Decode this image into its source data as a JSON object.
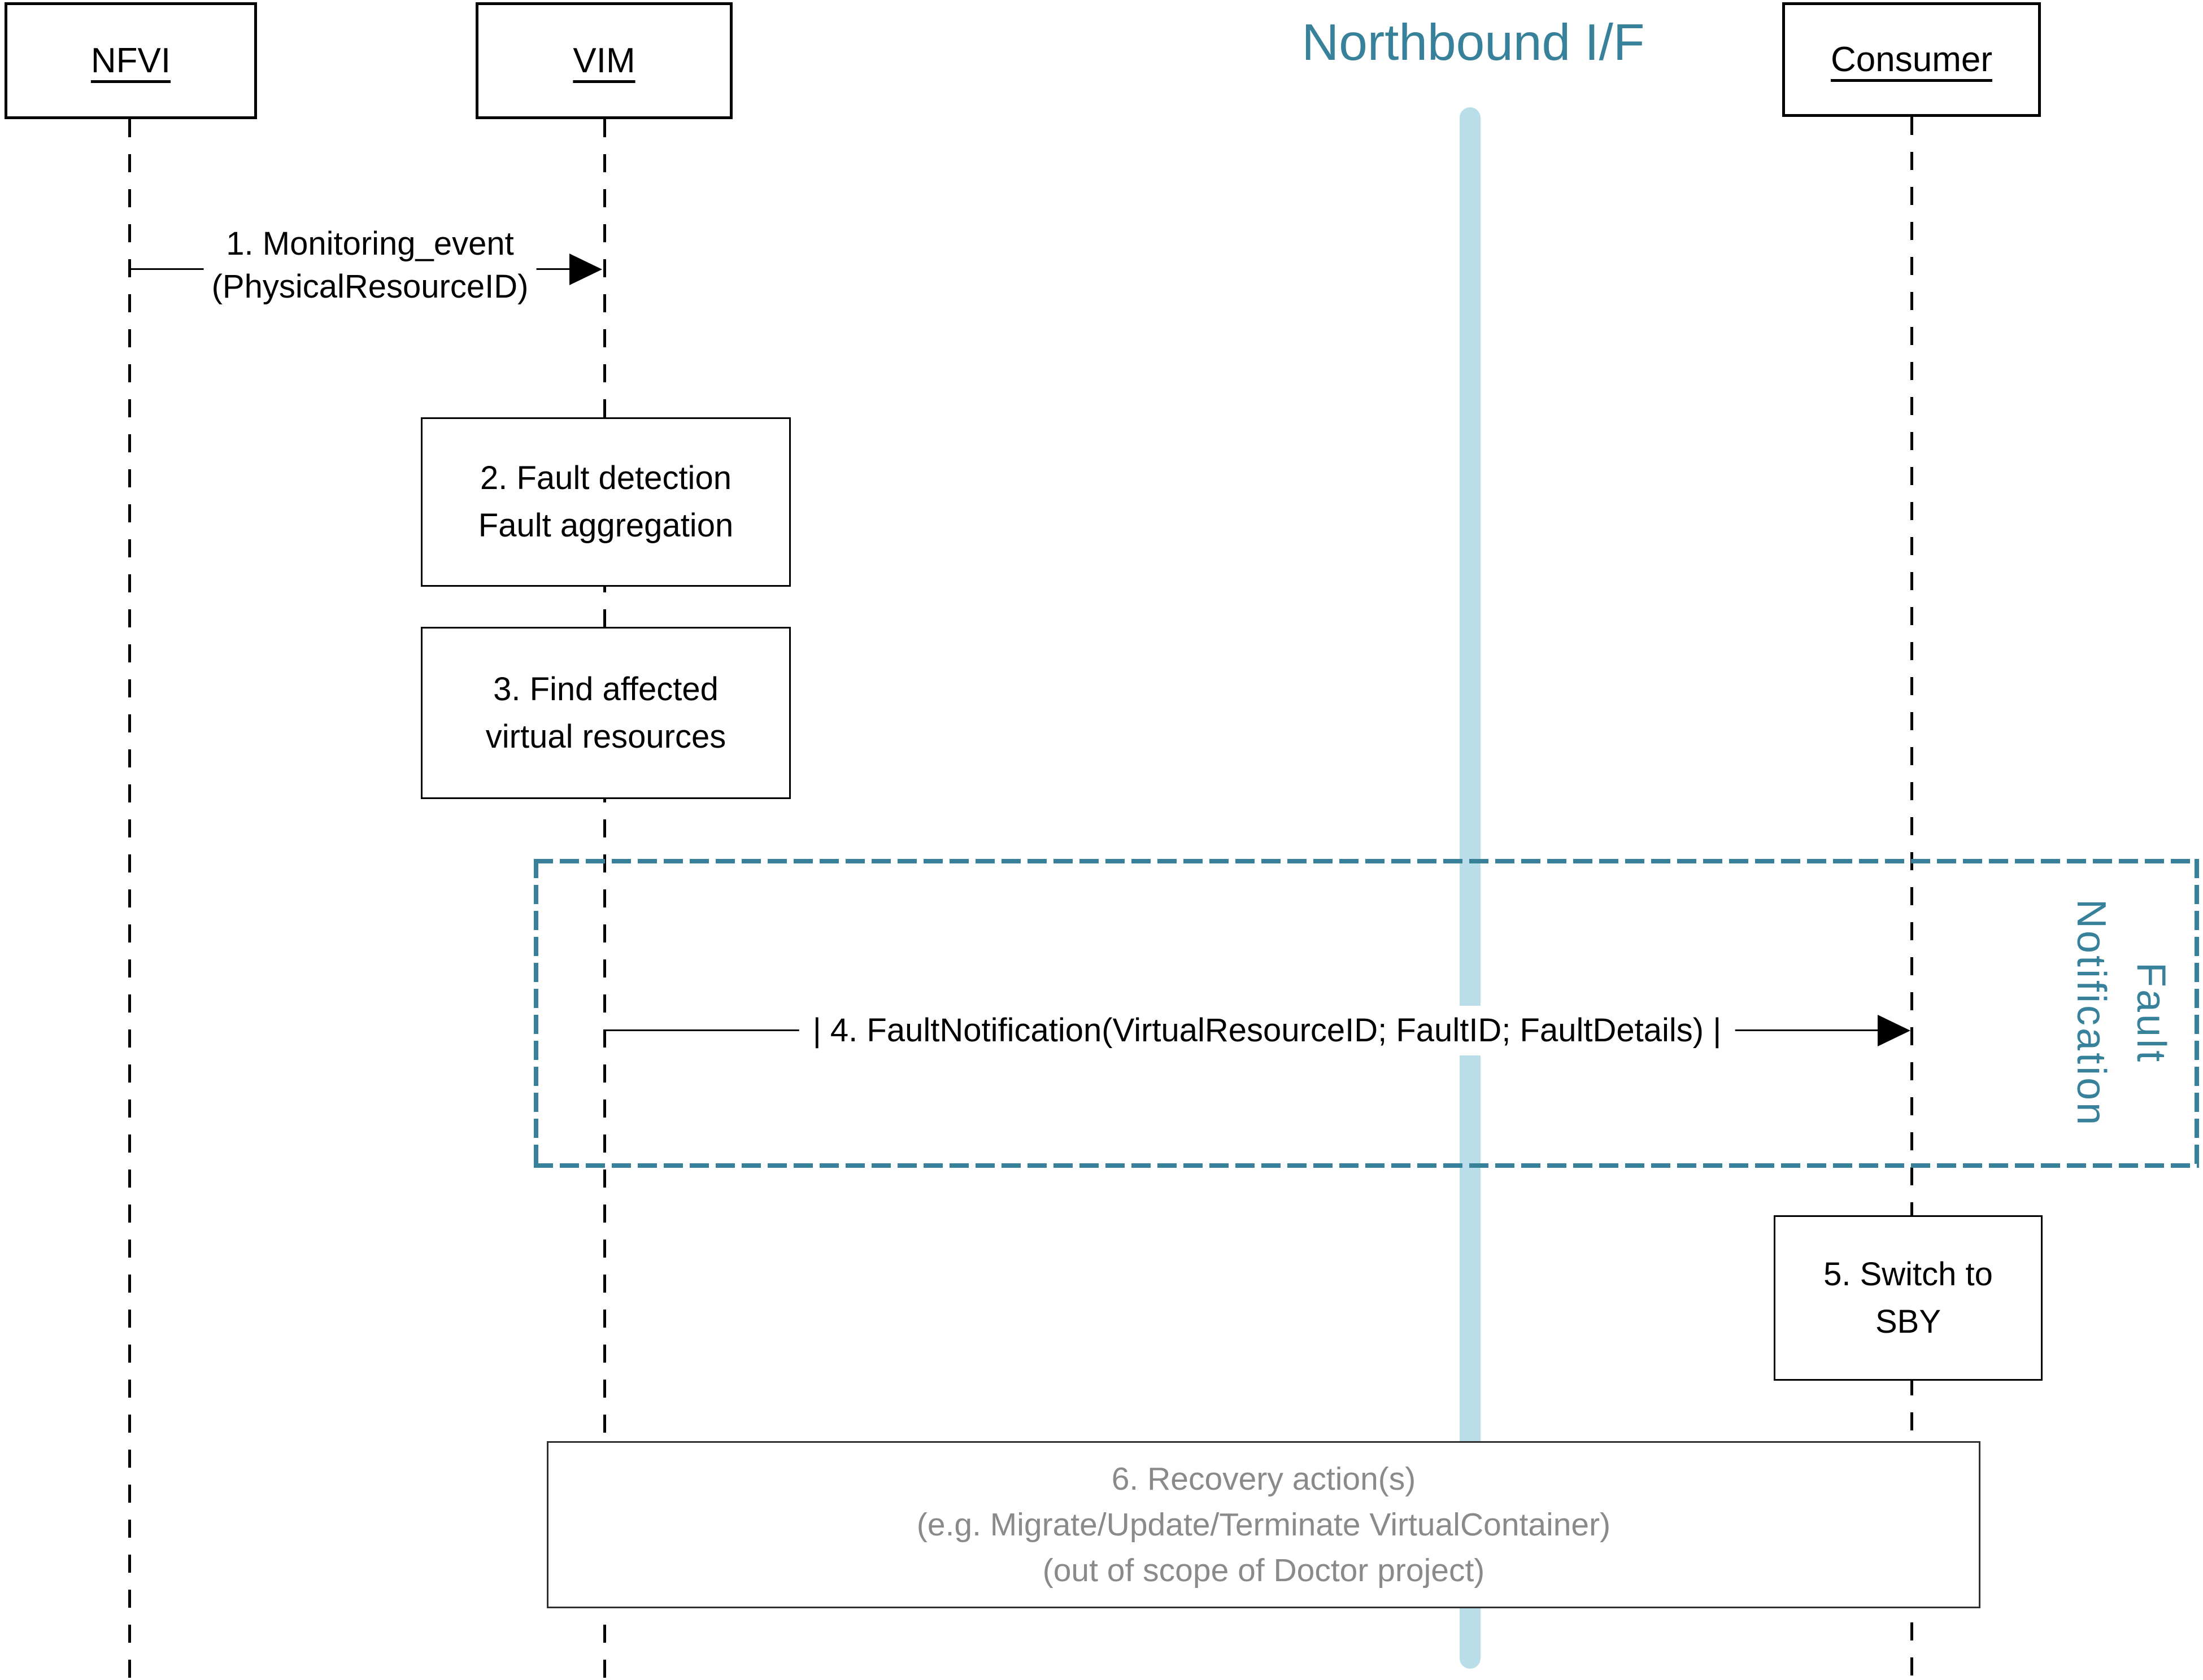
{
  "diagram": {
    "northbound_title": "Northbound I/F",
    "actors": {
      "nfvi": "NFVI",
      "vim": "VIM",
      "consumer": "Consumer"
    },
    "messages": {
      "monitoring_event": {
        "line1": "1. Monitoring_event",
        "line2": "(PhysicalResourceID)"
      },
      "fault_notification": {
        "label": "| 4. FaultNotification(VirtualResourceID; FaultID; FaultDetails) |"
      }
    },
    "steps": {
      "fault_detection": {
        "line1": "2. Fault detection",
        "line2": "Fault aggregation"
      },
      "find_affected": {
        "line1": "3. Find affected",
        "line2": "virtual resources"
      },
      "switch_to_sby": {
        "line1": "5. Switch to",
        "line2": "SBY"
      },
      "recovery": {
        "line1": "6. Recovery action(s)",
        "line2": "(e.g. Migrate/Update/Terminate VirtualContainer)",
        "line3": "(out of scope of Doctor project)"
      }
    },
    "region_label": {
      "line1": "Fault",
      "line2": "Notification"
    },
    "colors": {
      "teal": "#38819a",
      "band_blue": "#b9dde9",
      "gray_text": "#8a8a8a",
      "box6_border": "#303030"
    }
  }
}
